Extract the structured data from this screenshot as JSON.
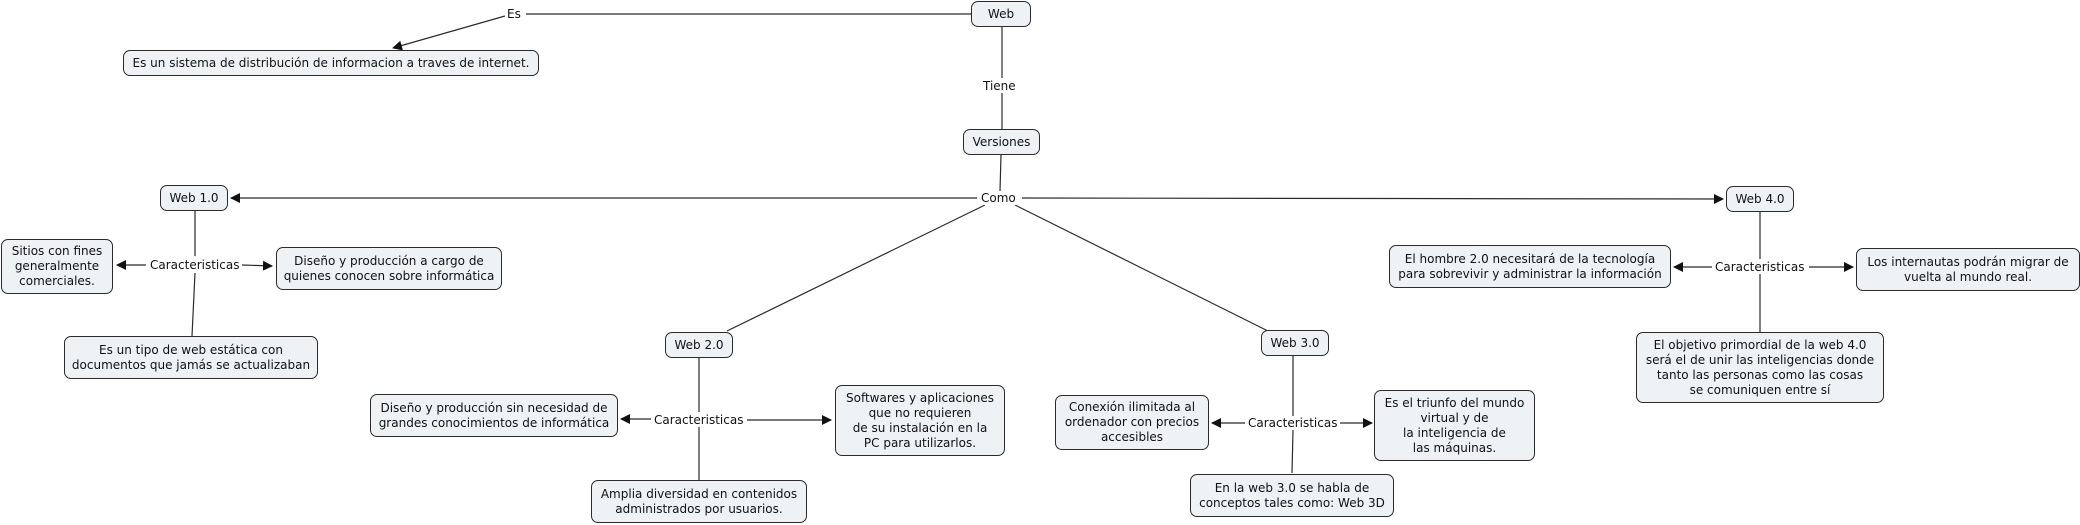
{
  "concepts": {
    "web": "Web",
    "def": "Es un sistema de distribución de informacion a traves de internet.",
    "versiones": "Versiones",
    "web1": "Web 1.0",
    "web1_a": "Sitios con fines\ngeneralmente\ncomerciales.",
    "web1_b": "Diseño y producción a cargo de\nquienes conocen sobre informática",
    "web1_c": "Es un tipo de web estática con\ndocumentos que jamás se actualizaban",
    "web2": "Web 2.0",
    "web2_a": "Diseño y producción sin necesidad de\ngrandes conocimientos de informática",
    "web2_b": "Softwares y aplicaciones\nque no requieren\nde su instalación en la\nPC para utilizarlos.",
    "web2_c": "Amplia diversidad en contenidos\nadministrados por usuarios.",
    "web3": "Web 3.0",
    "web3_a": "Conexión ilimitada al\nordenador con precios\naccesibles",
    "web3_b": "Es el triunfo del mundo\nvirtual y de\nla inteligencia de\nlas máquinas.",
    "web3_c": "En la web 3.0 se habla de\nconceptos tales como: Web 3D",
    "web4": "Web 4.0",
    "web4_a": "El hombre 2.0 necesitará de la tecnología\npara sobrevivir y administrar la información",
    "web4_b": "Los internautas podrán migrar de\nvuelta al mundo real.",
    "web4_c": "El objetivo primordial de la web 4.0\nserá el de unir las inteligencias donde\ntanto las personas como las cosas\nse comuniquen entre sí"
  },
  "links": {
    "es": "Es",
    "tiene": "Tiene",
    "como": "Como",
    "car1": "Caracteristicas",
    "car2": "Caracteristicas",
    "car3": "Caracteristicas",
    "car4": "Caracteristicas"
  }
}
